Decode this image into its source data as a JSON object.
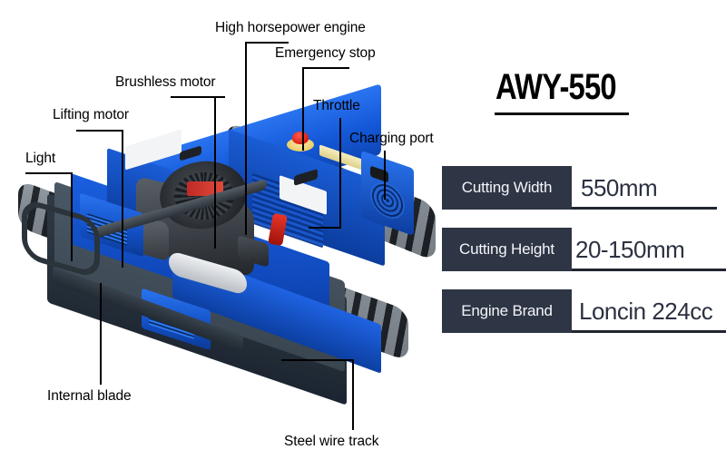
{
  "product": {
    "title": "AWY-550",
    "specs": [
      {
        "label": "Cutting Width",
        "value": "550mm"
      },
      {
        "label": "Cutting Height",
        "value": "20-150mm"
      },
      {
        "label": "Engine Brand",
        "value": "Loncin 224cc"
      }
    ]
  },
  "colors": {
    "label_bg": "#2e3545",
    "label_text": "#f3f5f8",
    "value_text": "#2b3140",
    "rule": "#20252f",
    "callout_text": "#000000",
    "leader_line": "#000000",
    "body_blue": "#1458d8",
    "track_gray": "#5d646c",
    "estop_red": "#d81f14",
    "background": "#ffffff"
  },
  "callouts": [
    {
      "id": "high-horsepower-engine",
      "label": "High horsepower engine"
    },
    {
      "id": "emergency-stop",
      "label": "Emergency stop"
    },
    {
      "id": "brushless-motor",
      "label": "Brushless motor"
    },
    {
      "id": "throttle",
      "label": "Throttle"
    },
    {
      "id": "lifting-motor",
      "label": "Lifting motor"
    },
    {
      "id": "charging-port",
      "label": "Charging port"
    },
    {
      "id": "light",
      "label": "Light"
    },
    {
      "id": "internal-blade",
      "label": "Internal blade"
    },
    {
      "id": "steel-wire-track",
      "label": "Steel wire track"
    }
  ]
}
